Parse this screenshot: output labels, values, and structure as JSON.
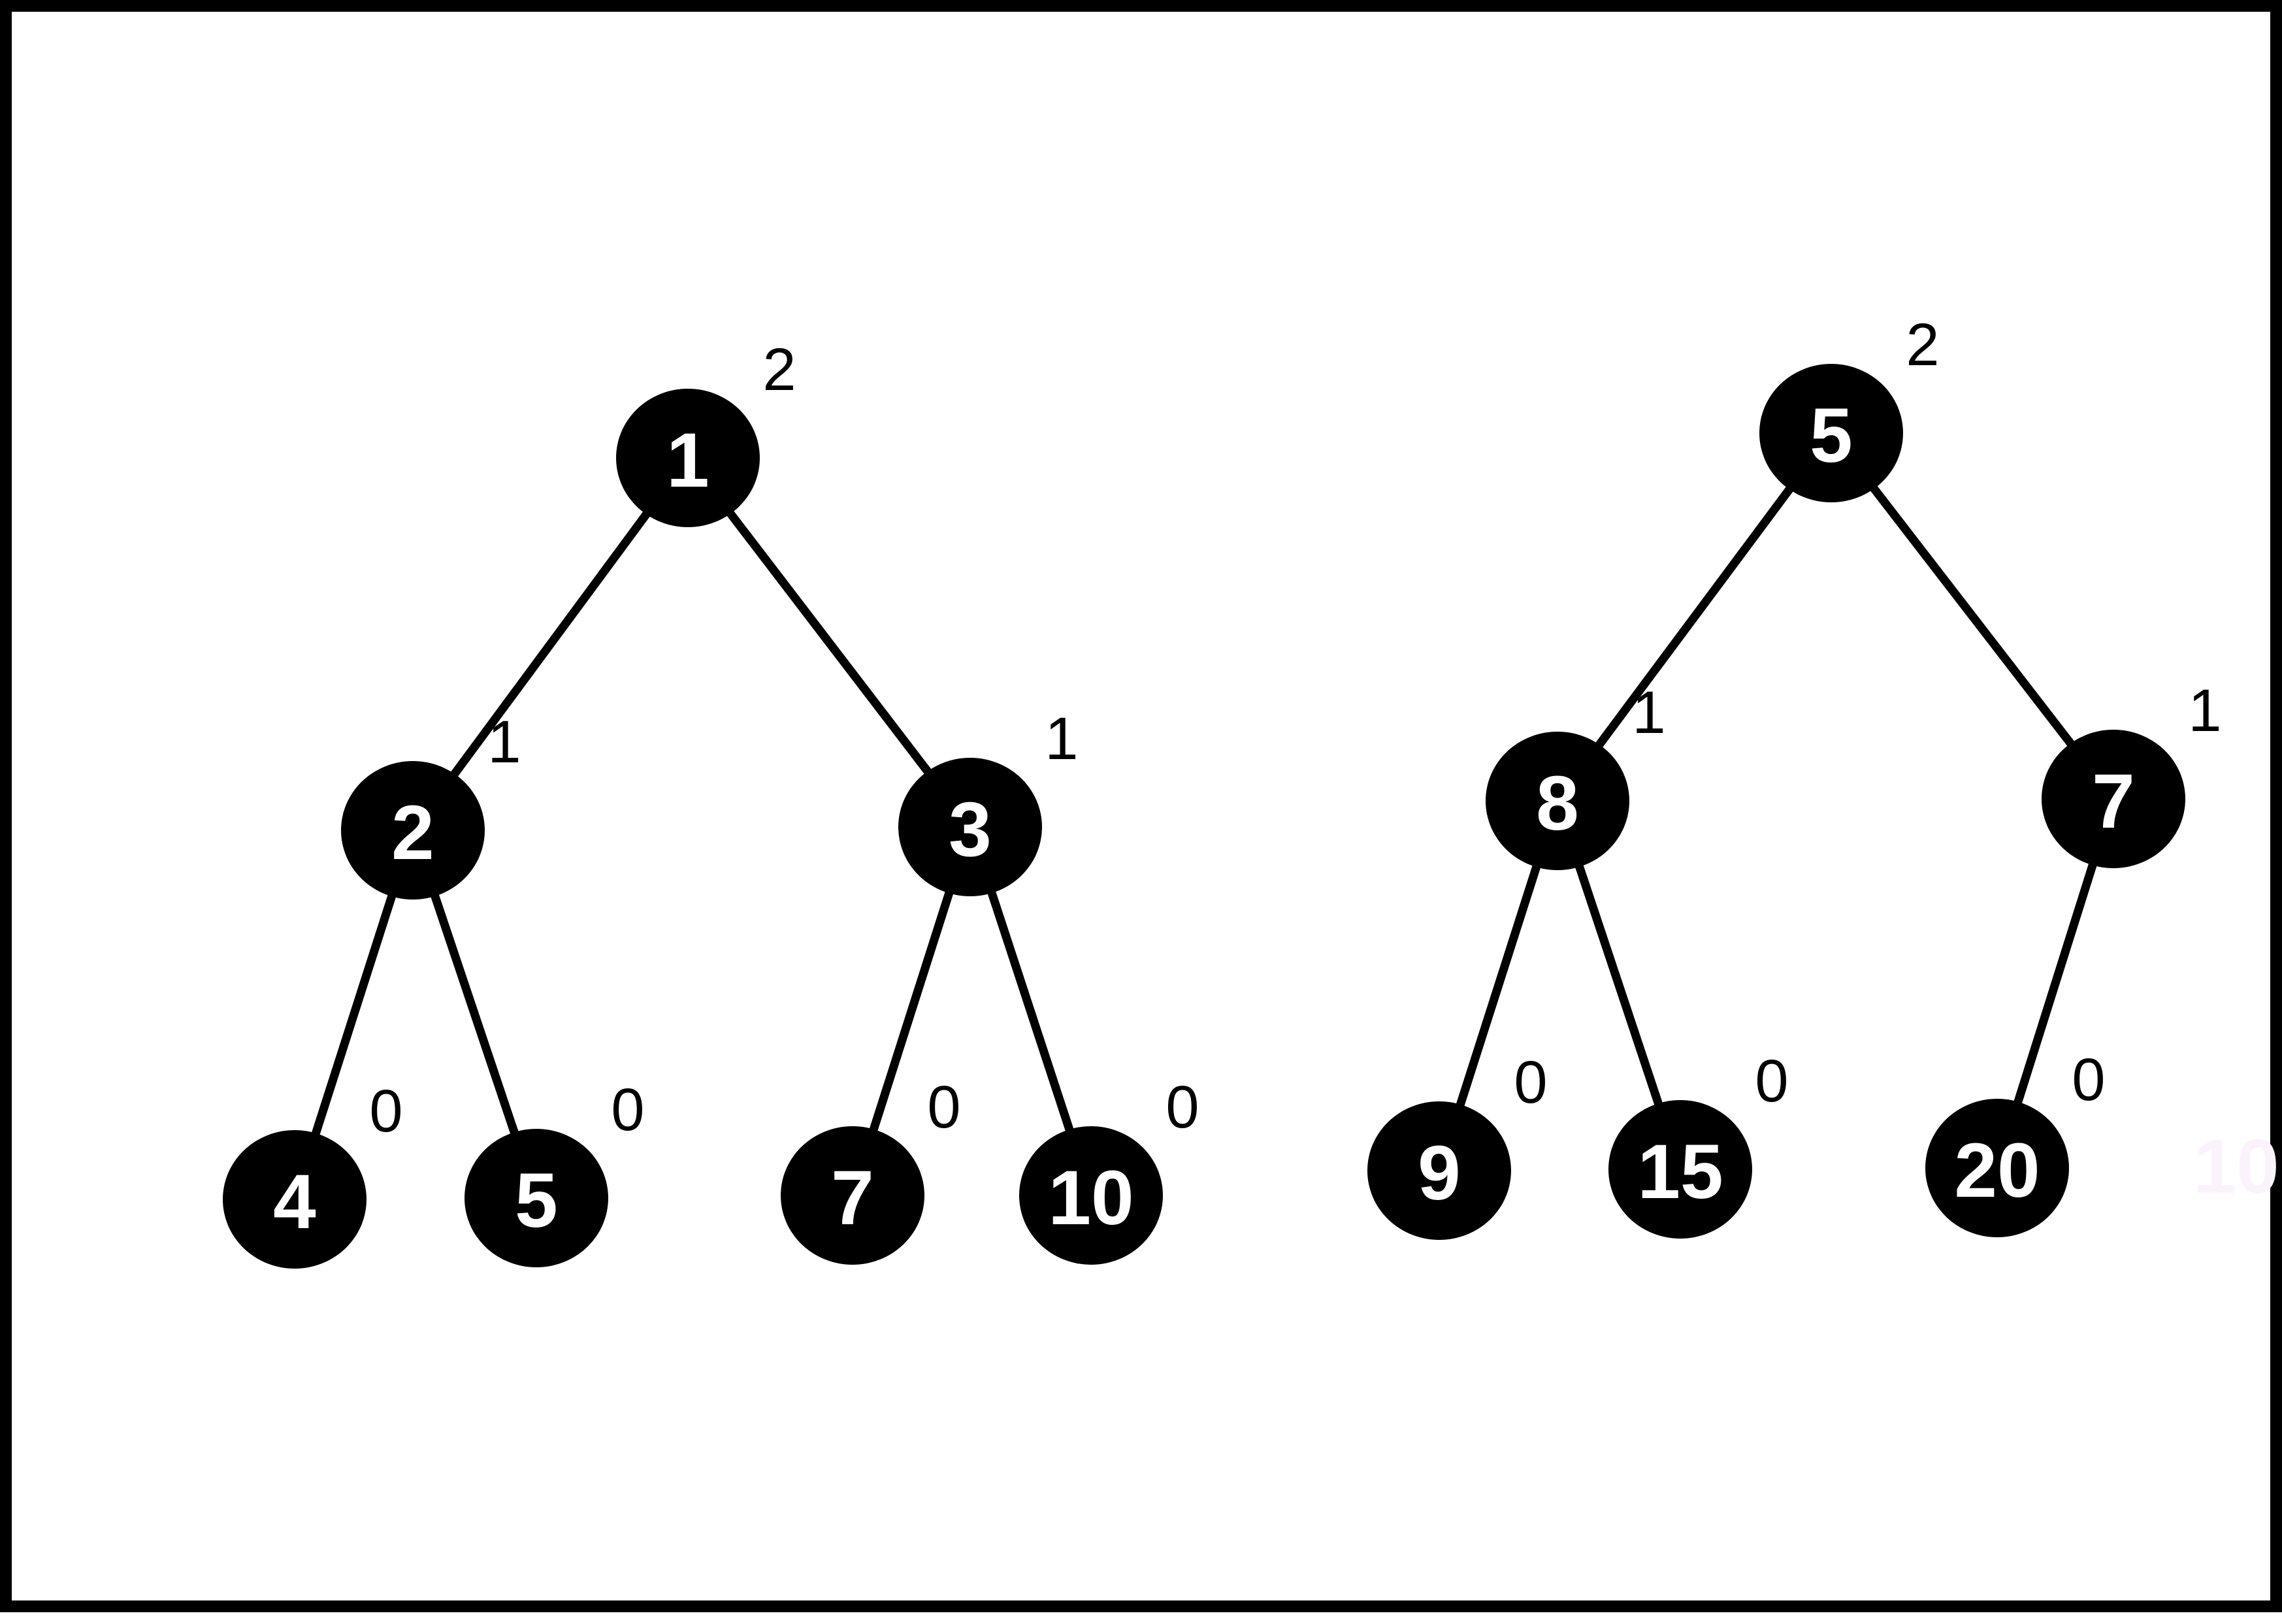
{
  "colors": {
    "node_fill": "#000000",
    "node_text": "#ffffff",
    "edge": "#000000",
    "rank_text": "#000000",
    "faint_text": "#fbf3fb"
  },
  "trees": [
    {
      "nodes": [
        {
          "id": "a1",
          "label": "1",
          "rank": "2"
        },
        {
          "id": "a2",
          "label": "2",
          "rank": "1"
        },
        {
          "id": "a3",
          "label": "3",
          "rank": "1"
        },
        {
          "id": "a4",
          "label": "4",
          "rank": "0"
        },
        {
          "id": "a5",
          "label": "5",
          "rank": "0"
        },
        {
          "id": "a7",
          "label": "7",
          "rank": "0"
        },
        {
          "id": "a10",
          "label": "10",
          "rank": "0"
        }
      ],
      "edges": [
        [
          "a1",
          "a2"
        ],
        [
          "a1",
          "a3"
        ],
        [
          "a2",
          "a4"
        ],
        [
          "a2",
          "a5"
        ],
        [
          "a3",
          "a7"
        ],
        [
          "a3",
          "a10"
        ]
      ]
    },
    {
      "nodes": [
        {
          "id": "b5",
          "label": "5",
          "rank": "2"
        },
        {
          "id": "b8",
          "label": "8",
          "rank": "1"
        },
        {
          "id": "b7",
          "label": "7",
          "rank": "1"
        },
        {
          "id": "b9",
          "label": "9",
          "rank": "0"
        },
        {
          "id": "b15",
          "label": "15",
          "rank": "0"
        },
        {
          "id": "b20",
          "label": "20",
          "rank": "0"
        }
      ],
      "edges": [
        [
          "b5",
          "b8"
        ],
        [
          "b5",
          "b7"
        ],
        [
          "b8",
          "b9"
        ],
        [
          "b8",
          "b15"
        ],
        [
          "b7",
          "b20"
        ]
      ]
    }
  ],
  "faint_label": "10"
}
